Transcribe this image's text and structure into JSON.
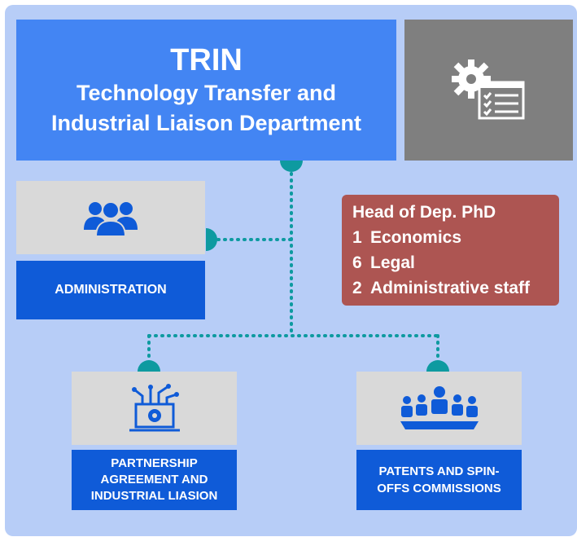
{
  "header": {
    "title": "TRIN",
    "subtitle_line1": "Technology Transfer and",
    "subtitle_line2": "Industrial Liaison Department",
    "icon": "gear-checklist-icon"
  },
  "administration": {
    "label": "ADMINISTRATION",
    "icon": "people-group-icon"
  },
  "staff": {
    "head": "Head of Dep. PhD",
    "rows": [
      {
        "count": "1",
        "role": "Economics"
      },
      {
        "count": "6",
        "role": "Legal"
      },
      {
        "count": "2",
        "role": "Administrative staff"
      }
    ]
  },
  "partnership": {
    "label_line1": "PARTNERSHIP",
    "label_line2": "AGREEMENT AND",
    "label_line3": "INDUSTRIAL LIASION",
    "icon": "laptop-network-gear-icon"
  },
  "patents": {
    "label_line1": "PATENTS AND SPIN-",
    "label_line2": "OFFS COMMISSIONS",
    "icon": "meeting-table-icon"
  },
  "colors": {
    "panel_bg": "#b7cdf7",
    "title_bg": "#4385f3",
    "label_bg": "#0f5bd8",
    "tile_bg": "#d9d9d9",
    "gear_bg": "#7f7f7f",
    "info_bg": "#ad5552",
    "connector": "#0e9aa0"
  }
}
